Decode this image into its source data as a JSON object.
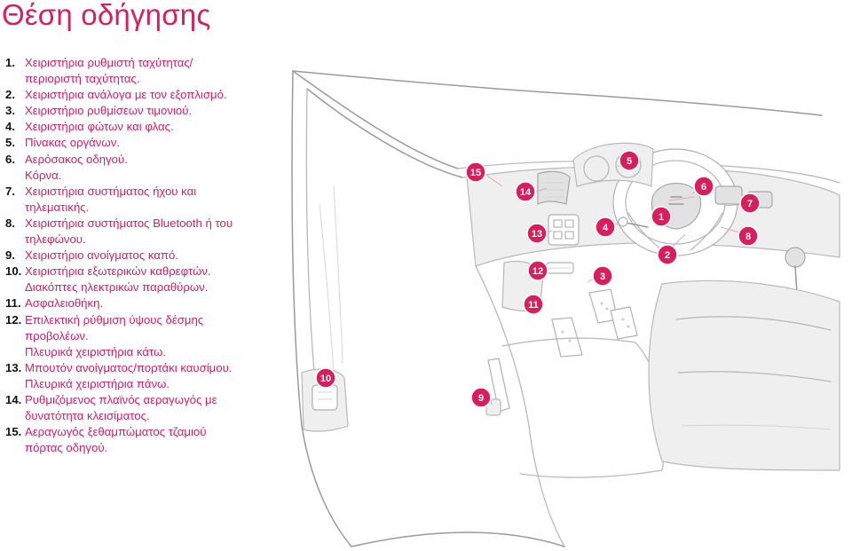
{
  "title": "Θέση οδήγησης",
  "items": [
    {
      "num": "1.",
      "lines": [
        "Χειριστήρια ρυθμιστή ταχύτητας/",
        "περιοριστή ταχύτητας."
      ]
    },
    {
      "num": "2.",
      "lines": [
        "Χειριστήρια ανάλογα με τον εξοπλισμό."
      ]
    },
    {
      "num": "3.",
      "lines": [
        "Χειριστήριο ρυθμίσεων τιμονιού."
      ]
    },
    {
      "num": "4.",
      "lines": [
        "Χειριστήρια φώτων και φλας."
      ]
    },
    {
      "num": "5.",
      "lines": [
        "Πίνακας οργάνων."
      ]
    },
    {
      "num": "6.",
      "lines": [
        "Αερόσακος οδηγού.",
        "Κόρνα."
      ]
    },
    {
      "num": "7.",
      "lines": [
        "Χειριστήρια συστήματος ήχου και",
        "τηλεματικής."
      ]
    },
    {
      "num": "8.",
      "lines": [
        "Χειριστήρια συστήματος Bluetooth ή του",
        "τηλεφώνου."
      ]
    },
    {
      "num": "9.",
      "lines": [
        "Χειριστήριο ανοίγματος καπό."
      ]
    },
    {
      "num": "10.",
      "lines": [
        "Χειριστήρια εξωτερικών καθρεφτών.",
        "Διακόπτες ηλεκτρικών παραθύρων."
      ]
    },
    {
      "num": "11.",
      "lines": [
        "Ασφαλειοθήκη."
      ]
    },
    {
      "num": "12.",
      "lines": [
        "Επιλεκτική ρύθμιση ύψους δέσμης",
        "προβολέων.",
        "Πλευρικά χειριστήρια κάτω."
      ]
    },
    {
      "num": "13.",
      "lines": [
        "Μπουτόν ανοίγματος/πορτάκι καυσίμου.",
        "Πλευρικά χειριστήρια πάνω."
      ]
    },
    {
      "num": "14.",
      "lines": [
        "Ρυθμιζόμενος πλαϊνός αεραγωγός με",
        "δυνατότητα κλεισίματος."
      ]
    },
    {
      "num": "15.",
      "lines": [
        "Αεραγωγός ξεθαμπώματος τζαμιού",
        "πόρτας οδηγού."
      ]
    }
  ],
  "callouts": [
    "1",
    "2",
    "3",
    "4",
    "5",
    "6",
    "7",
    "8",
    "9",
    "10",
    "11",
    "12",
    "13",
    "14",
    "15"
  ],
  "colors": {
    "accent": "#d81e5b",
    "number": "#111111",
    "line_art": "#b9b9b9"
  }
}
